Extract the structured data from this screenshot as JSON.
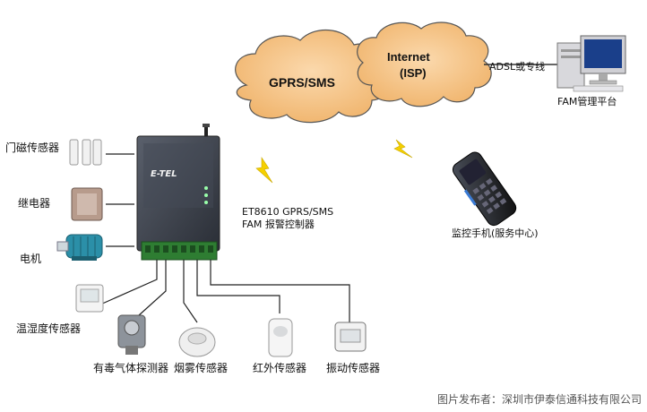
{
  "clouds": {
    "gprs_label": "GPRS/SMS",
    "internet_label": "Internet",
    "isp_label": "(ISP)"
  },
  "links": {
    "adsl_label": "ADSL或专线"
  },
  "platform": {
    "label": "FAM管理平台"
  },
  "controller": {
    "brand": "E-TEL",
    "model_line1": "ET8610 GPRS/SMS",
    "model_line2": "FAM 报警控制器"
  },
  "phone": {
    "label": "监控手机(服务中心)"
  },
  "sensors": {
    "door": "门磁传感器",
    "relay": "继电器",
    "motor": "电机",
    "temp_humidity": "温湿度传感器",
    "toxic_gas": "有毒气体探测器",
    "smoke": "烟雾传感器",
    "infrared": "红外传感器",
    "vibration": "振动传感器"
  },
  "credit": "图片发布者：深圳市伊泰信通科技有限公司",
  "colors": {
    "cloud_fill": "#f6c48a",
    "cloud_stroke": "#555555",
    "lightning": "#f5d000",
    "controller_body": "#3a3f4a",
    "terminal_block": "#2e7d32"
  }
}
